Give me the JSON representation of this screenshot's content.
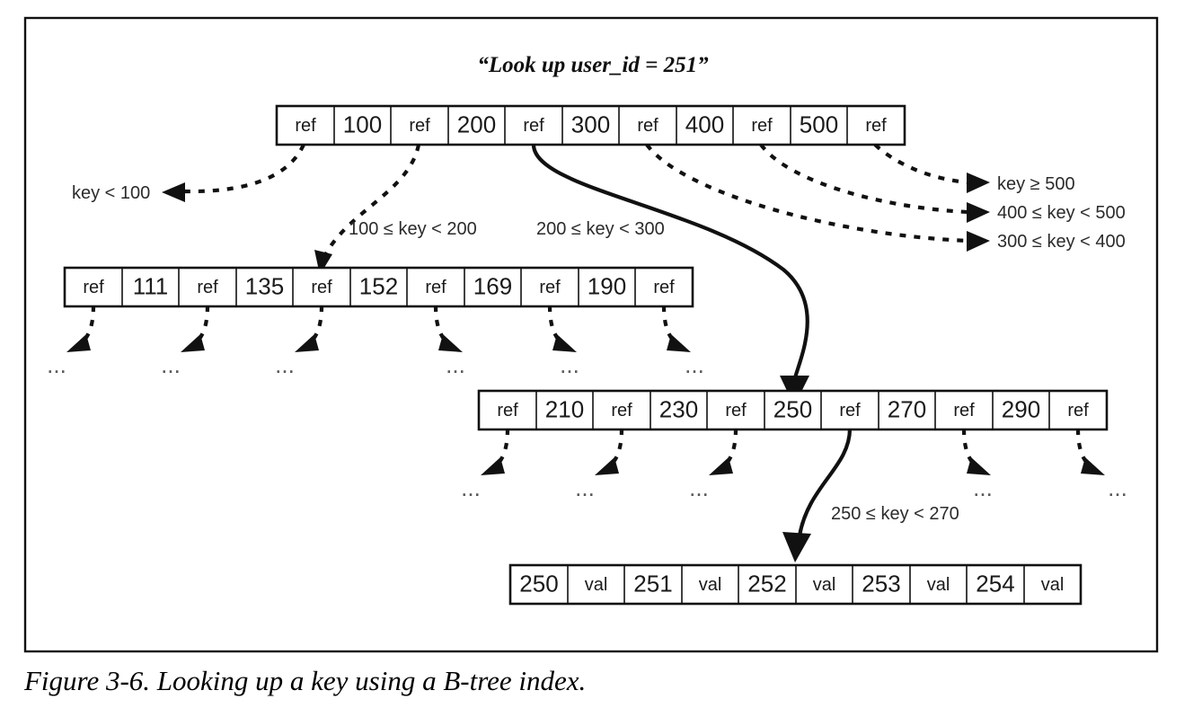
{
  "figure": {
    "query_title": "“Look up user_id = 251”",
    "caption": "Figure 3-6. Looking up a key using a B-tree index.",
    "border_color": "#111111",
    "ink_color": "#111111"
  },
  "chart_data": {
    "type": "diagram",
    "title": "“Look up user_id = 251”",
    "description": "B-tree index lookup path for user_id = 251",
    "nodes": [
      {
        "id": "root",
        "level": 1,
        "cells": [
          "ref",
          "100",
          "ref",
          "200",
          "ref",
          "300",
          "ref",
          "400",
          "ref",
          "500",
          "ref"
        ]
      },
      {
        "id": "internal-left",
        "level": 2,
        "cells": [
          "ref",
          "111",
          "ref",
          "135",
          "ref",
          "152",
          "ref",
          "169",
          "ref",
          "190",
          "ref"
        ]
      },
      {
        "id": "internal-middle",
        "level": 3,
        "cells": [
          "ref",
          "210",
          "ref",
          "230",
          "ref",
          "250",
          "ref",
          "270",
          "ref",
          "290",
          "ref"
        ]
      },
      {
        "id": "leaf",
        "level": 4,
        "cells": [
          "250",
          "val",
          "251",
          "val",
          "252",
          "val",
          "253",
          "val",
          "254",
          "val"
        ]
      }
    ],
    "edge_labels": [
      "key < 100",
      "100 ≤ key < 200",
      "200 ≤ key < 300",
      "300 ≤ key < 400",
      "400 ≤ key < 500",
      "key ≥ 500",
      "250 ≤ key < 270"
    ],
    "lookup_path": [
      "root",
      "internal-middle",
      "leaf"
    ],
    "ellipsis_marker": "..."
  },
  "root_node": {
    "name": "root-node",
    "cells": [
      {
        "text": "ref",
        "kind": "ref"
      },
      {
        "text": "100",
        "kind": "key"
      },
      {
        "text": "ref",
        "kind": "ref"
      },
      {
        "text": "200",
        "kind": "key"
      },
      {
        "text": "ref",
        "kind": "ref"
      },
      {
        "text": "300",
        "kind": "key"
      },
      {
        "text": "ref",
        "kind": "ref"
      },
      {
        "text": "400",
        "kind": "key"
      },
      {
        "text": "ref",
        "kind": "ref"
      },
      {
        "text": "500",
        "kind": "key"
      },
      {
        "text": "ref",
        "kind": "ref"
      }
    ]
  },
  "left_internal_node": {
    "name": "internal-node-left",
    "cells": [
      {
        "text": "ref",
        "kind": "ref"
      },
      {
        "text": "111",
        "kind": "key"
      },
      {
        "text": "ref",
        "kind": "ref"
      },
      {
        "text": "135",
        "kind": "key"
      },
      {
        "text": "ref",
        "kind": "ref"
      },
      {
        "text": "152",
        "kind": "key"
      },
      {
        "text": "ref",
        "kind": "ref"
      },
      {
        "text": "169",
        "kind": "key"
      },
      {
        "text": "ref",
        "kind": "ref"
      },
      {
        "text": "190",
        "kind": "key"
      },
      {
        "text": "ref",
        "kind": "ref"
      }
    ]
  },
  "middle_internal_node": {
    "name": "internal-node-middle",
    "cells": [
      {
        "text": "ref",
        "kind": "ref"
      },
      {
        "text": "210",
        "kind": "key"
      },
      {
        "text": "ref",
        "kind": "ref"
      },
      {
        "text": "230",
        "kind": "key"
      },
      {
        "text": "ref",
        "kind": "ref"
      },
      {
        "text": "250",
        "kind": "key"
      },
      {
        "text": "ref",
        "kind": "ref"
      },
      {
        "text": "270",
        "kind": "key"
      },
      {
        "text": "ref",
        "kind": "ref"
      },
      {
        "text": "290",
        "kind": "key"
      },
      {
        "text": "ref",
        "kind": "ref"
      }
    ]
  },
  "leaf_node": {
    "name": "leaf-node",
    "cells": [
      {
        "text": "250",
        "kind": "key"
      },
      {
        "text": "val",
        "kind": "val"
      },
      {
        "text": "251",
        "kind": "key"
      },
      {
        "text": "val",
        "kind": "val"
      },
      {
        "text": "252",
        "kind": "key"
      },
      {
        "text": "val",
        "kind": "val"
      },
      {
        "text": "253",
        "kind": "key"
      },
      {
        "text": "val",
        "kind": "val"
      },
      {
        "text": "254",
        "kind": "key"
      },
      {
        "text": "val",
        "kind": "val"
      }
    ]
  },
  "labels": {
    "key_lt_100": "key < 100",
    "range_100_200": "100 ≤ key < 200",
    "range_200_300": "200 ≤ key < 300",
    "range_300_400": "300 ≤ key < 400",
    "range_400_500": "400 ≤ key < 500",
    "key_ge_500": "key ≥ 500",
    "range_250_270": "250 ≤ key < 270"
  },
  "ellipses": {
    "level2": [
      "...",
      "...",
      "...",
      "...",
      "...",
      "..."
    ],
    "level3": [
      "...",
      "...",
      "...",
      "...",
      "..."
    ]
  }
}
